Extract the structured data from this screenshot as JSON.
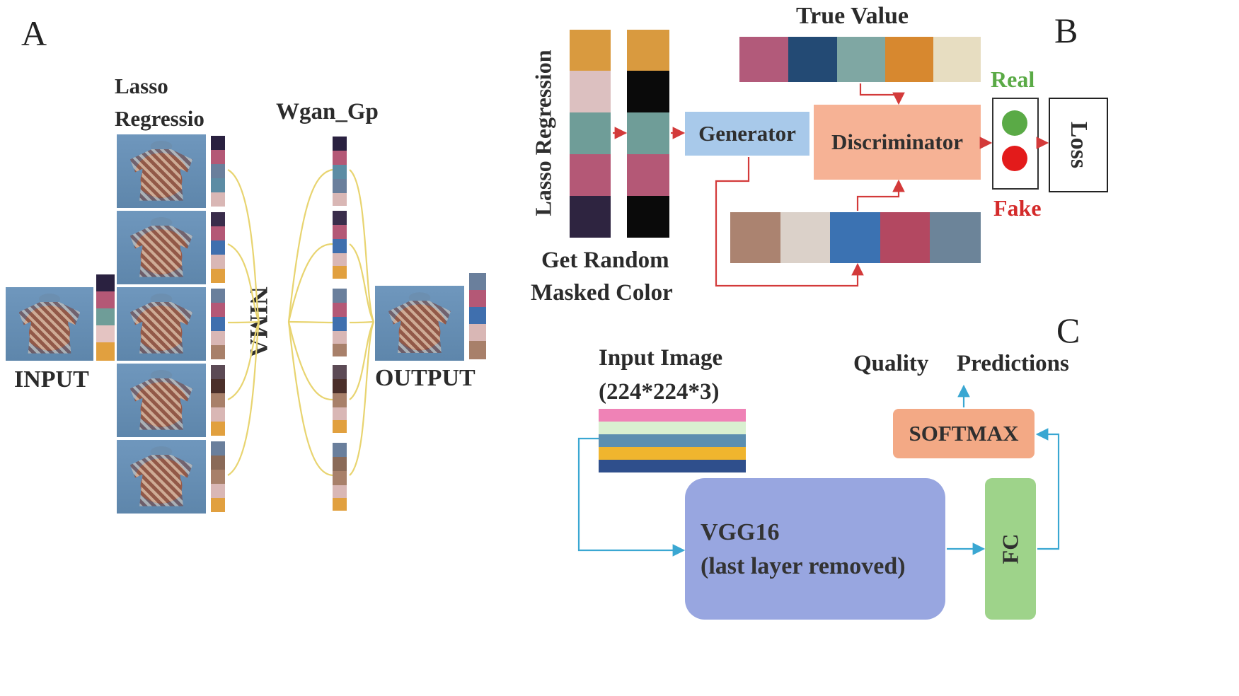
{
  "panels": {
    "a": "A",
    "b": "B",
    "c": "C"
  },
  "panel_a": {
    "lasso_label_line1": "Lasso",
    "lasso_label_line2": "Regressio",
    "wgan_label": "Wgan_Gp",
    "nima_label": "NIMA",
    "input_label": "INPUT",
    "output_label": "OUTPUT"
  },
  "panel_b": {
    "true_value_label": "True Value",
    "lasso_vertical_label": "Lasso Regression",
    "get_random_line1": "Get Random",
    "get_random_line2": "Masked Color",
    "generator_label": "Generator",
    "discriminator_label": "Discriminator",
    "real_label": "Real",
    "fake_label": "Fake",
    "loss_label": "Loss",
    "real_color": "#5aaa46",
    "fake_color": "#e31b1b"
  },
  "panel_c": {
    "input_image_line1": "Input Image",
    "input_image_line2": "(224*224*3)",
    "quality_label": "Quality",
    "predictions_label": "Predictions",
    "softmax_label": "SOFTMAX",
    "vgg_line1": "VGG16",
    "vgg_line2": "(last layer removed)",
    "fc_label": "FC"
  },
  "colors": {
    "arrow_red": "#d33a3a",
    "arrow_blue": "#3aa7d2",
    "curve_yellow": "#e8d470",
    "generator_fill": "#a8c9ea",
    "discriminator_fill": "#f6b295",
    "softmax_fill": "#f3a985",
    "vgg_fill": "#98a6e0",
    "fc_fill": "#9ed38a"
  }
}
